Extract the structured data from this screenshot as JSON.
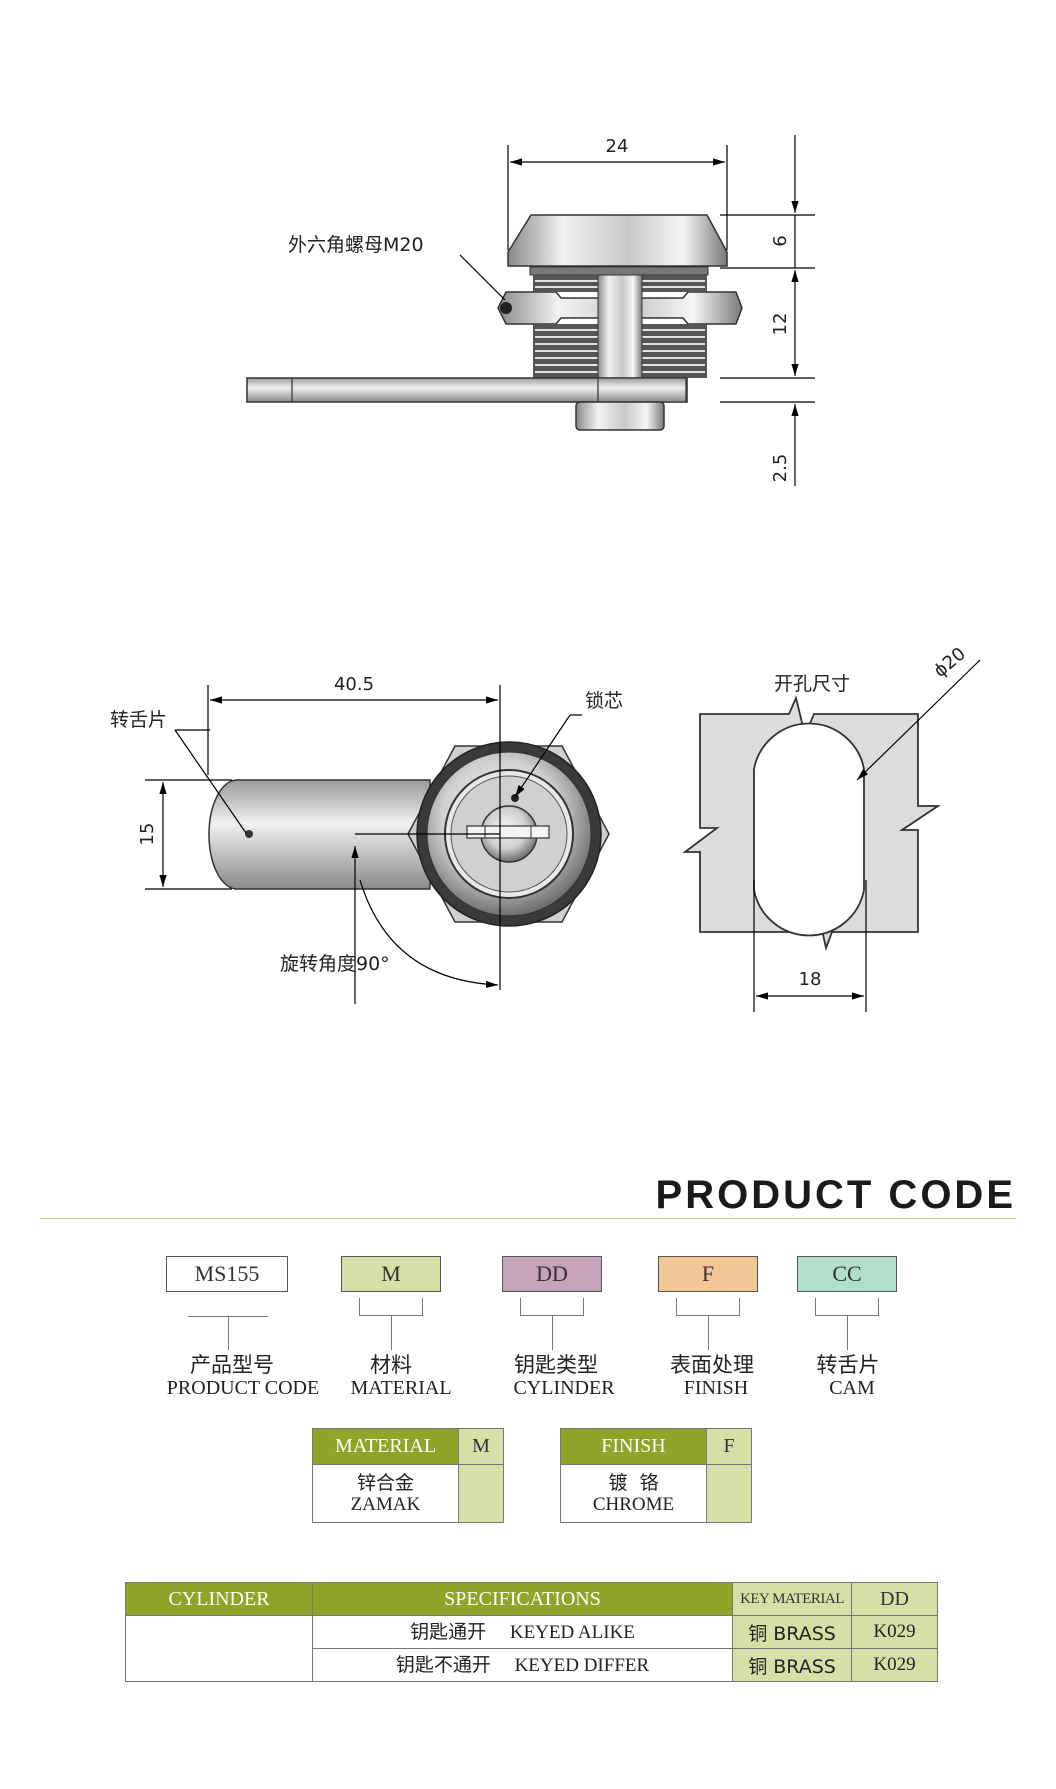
{
  "drawing": {
    "side_view": {
      "width_label": "24",
      "cap_height_label": "6",
      "thread_length_label": "12",
      "cam_thickness_label": "2.5",
      "nut_callout": "外六角螺母M20"
    },
    "front_view": {
      "cam_length_label": "40.5",
      "cam_width_label": "15",
      "cam_callout": "转舌片",
      "core_callout": "锁芯",
      "rotation_callout": "旋转角度90°"
    },
    "cutout_view": {
      "title": "开孔尺寸",
      "diameter_label": "ϕ20",
      "flat_width_label": "18"
    }
  },
  "product_code": {
    "title": "PRODUCT CODE",
    "codes": [
      {
        "value": "MS155",
        "cn": "产品型号",
        "en": "PRODUCT CODE",
        "color": "#ffffff"
      },
      {
        "value": "M",
        "cn": "材料",
        "en": "MATERIAL",
        "color": "#d5e0a6"
      },
      {
        "value": "DD",
        "cn": "钥匙类型",
        "en": "CYLINDER",
        "color": "#c6a3b6"
      },
      {
        "value": "F",
        "cn": "表面处理",
        "en": "FINISH",
        "color": "#f3c494"
      },
      {
        "value": "CC",
        "cn": "转舌片",
        "en": "CAM",
        "color": "#b2dfc9"
      }
    ],
    "material_table": {
      "header": "MATERIAL",
      "code": "M",
      "value_cn": "锌合金",
      "value_en": "ZAMAK"
    },
    "finish_table": {
      "header": "FINISH",
      "code": "F",
      "value_cn": "镀  铬",
      "value_en": "CHROME"
    },
    "cylinder_table": {
      "headers": [
        "CYLINDER",
        "SPECIFICATIONS",
        "KEY MATERIAL",
        "DD"
      ],
      "rows": [
        {
          "spec_cn": "钥匙通开",
          "spec_en": "KEYED ALIKE",
          "key_material": "铜 BRASS",
          "code": "K029"
        },
        {
          "spec_cn": "钥匙不通开",
          "spec_en": "KEYED DIFFER",
          "key_material": "铜 BRASS",
          "code": "K029"
        }
      ]
    }
  }
}
